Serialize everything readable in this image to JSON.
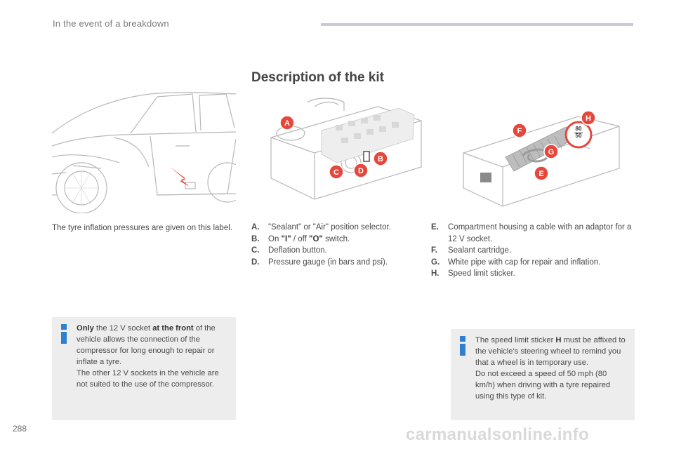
{
  "header": {
    "title": "In the event of a breakdown"
  },
  "section_title": "Description of the kit",
  "left_caption": "The tyre inflation pressures are given on this label.",
  "kit_items_left": [
    {
      "key": "A.",
      "pre": "\"Sealant\" or \"Air\" position selector.",
      "b1": "",
      "mid": "",
      "b2": "",
      "post": ""
    },
    {
      "key": "B.",
      "pre": "On ",
      "b1": "\"I\"",
      "mid": " / off ",
      "b2": "\"O\"",
      "post": " switch."
    },
    {
      "key": "C.",
      "pre": "Deflation button.",
      "b1": "",
      "mid": "",
      "b2": "",
      "post": ""
    },
    {
      "key": "D.",
      "pre": "Pressure gauge (in bars and psi).",
      "b1": "",
      "mid": "",
      "b2": "",
      "post": ""
    }
  ],
  "kit_items_right": [
    {
      "key": "E.",
      "text": "Compartment housing a cable with an adaptor for a 12 V socket."
    },
    {
      "key": "F.",
      "text": "Sealant cartridge."
    },
    {
      "key": "G.",
      "text": "White pipe with cap for repair and inflation."
    },
    {
      "key": "H.",
      "text": "Speed limit sticker."
    }
  ],
  "note_left": {
    "b1": "Only",
    "t1": " the 12 V socket ",
    "b2": "at the front",
    "t2": " of the vehicle allows the connection of the compressor for long enough to repair or inflate a tyre.",
    "t3": "The other 12 V sockets in the vehicle are not suited to the use of the compressor."
  },
  "note_right": {
    "t1": "The speed limit sticker ",
    "b1": "H",
    "t2": " must be affixed to the vehicle's steering wheel to remind you that a wheel is in temporary use.",
    "t3": "Do not exceed a speed of 50 mph (80 km/h) when driving with a tyre repaired using this type of kit."
  },
  "callouts": {
    "a": "A",
    "b": "B",
    "c": "C",
    "d": "D",
    "e": "E",
    "f": "F",
    "g": "G",
    "h": "H",
    "speed_top": "80",
    "speed_bottom": "50"
  },
  "colors": {
    "callout": "#e5473c",
    "accent_blue": "#2f7fd1",
    "note_bg": "#ededed"
  },
  "page_number": "288",
  "watermark": "carmanualsonline.info"
}
